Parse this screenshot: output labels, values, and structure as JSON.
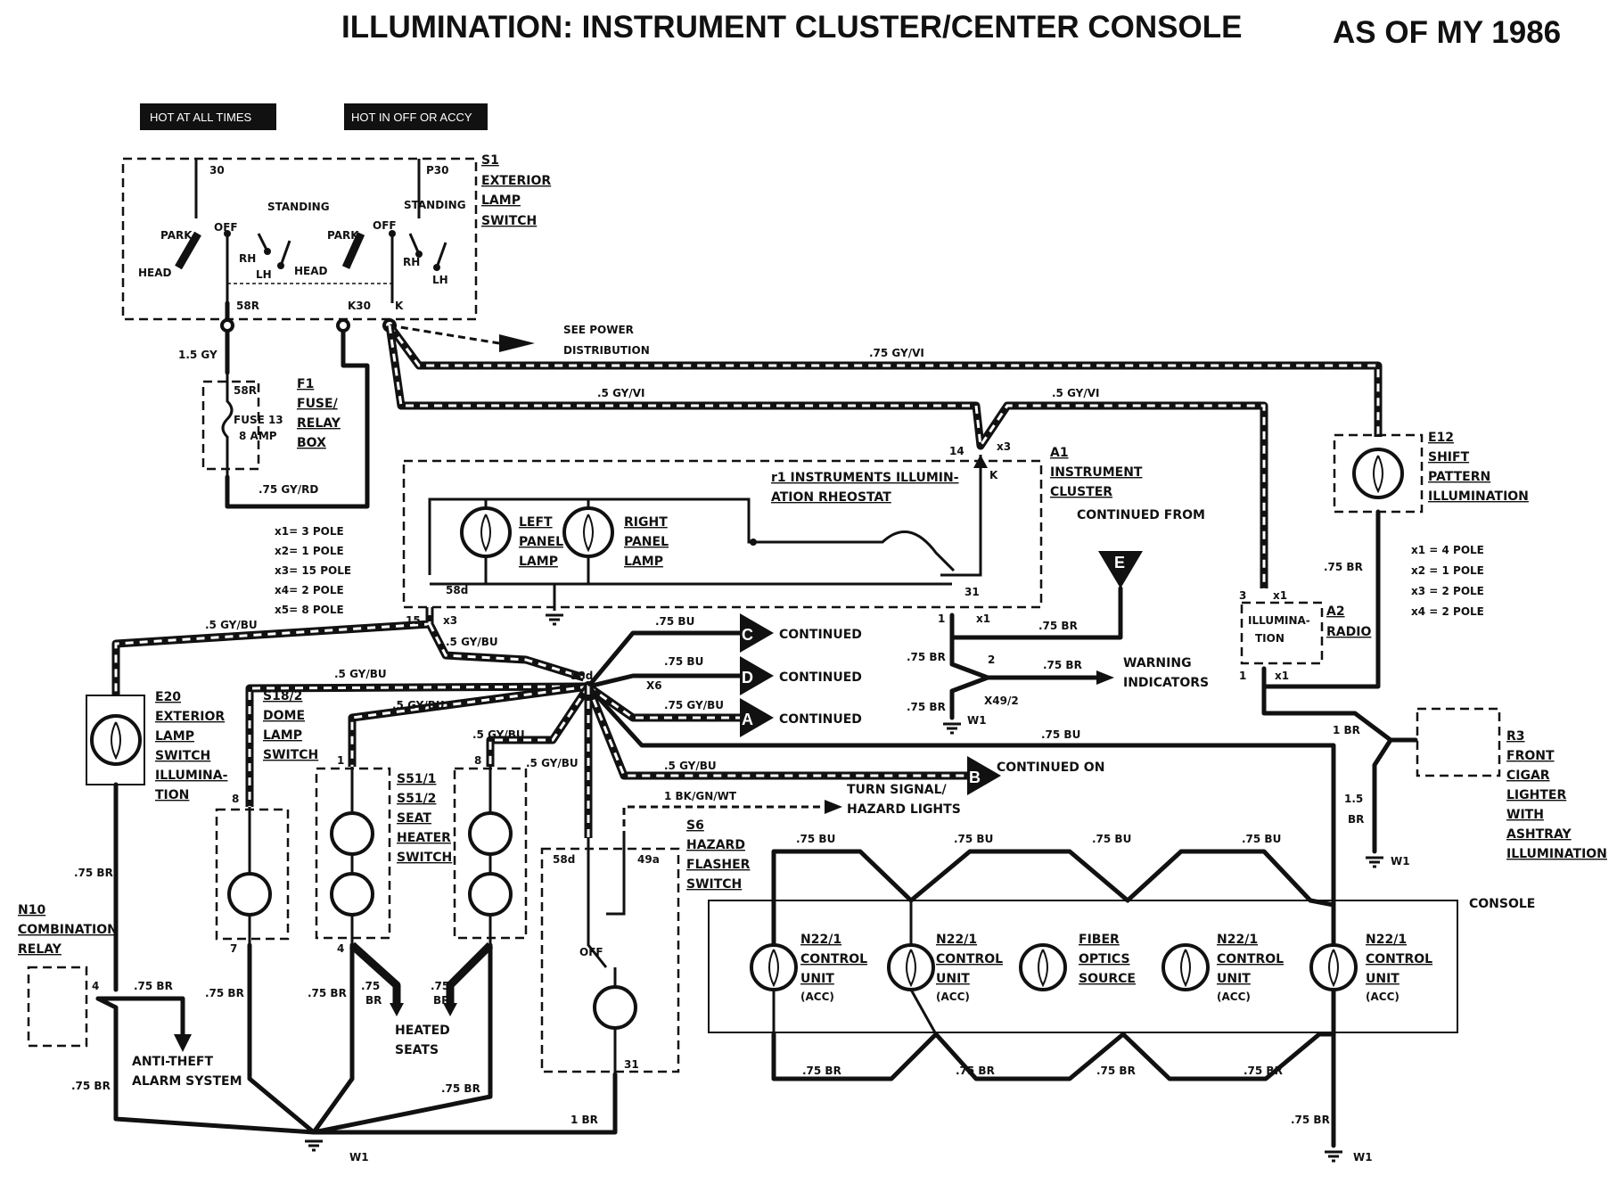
{
  "title": "ILLUMINATION: INSTRUMENT CLUSTER/CENTER CONSOLE",
  "model_year": "AS OF MY 1986",
  "tags": {
    "hot_all_times": "HOT AT ALL TIMES",
    "hot_off_accy": "HOT IN OFF OR ACCY"
  },
  "s1": {
    "id": "S1",
    "l1": "EXTERIOR",
    "l2": "LAMP",
    "l3": "SWITCH",
    "t30": "30",
    "tp30": "P30",
    "park": "PARK",
    "off": "OFF",
    "standing": "STANDING",
    "head": "HEAD",
    "rh": "RH",
    "lh": "LH",
    "t58r": "58R",
    "tk30": "K30",
    "tk": "K"
  },
  "f1": {
    "id": "F1",
    "l1": "FUSE/",
    "l2": "RELAY",
    "l3": "BOX",
    "t58r": "58R",
    "fuse": "FUSE 13",
    "amp": "8 AMP"
  },
  "wires": {
    "gy15": "1.5 GY",
    "gyrd": ".75 GY/RD",
    "gyvi75": ".75 GY/VI",
    "gyvi5a": ".5 GY/VI",
    "gyvi5b": ".5 GY/VI",
    "gybu1": ".5 GY/BU",
    "gybu2": ".5 GY/BU",
    "gybu3": ".5 GY/BU",
    "gybu4": ".5 GY/BU",
    "gybu5": ".5 GY/BU",
    "gybu6": ".5 GY/BU",
    "gybu7": ".5 GY/BU",
    "bu_c": ".75 BU",
    "bu_d": ".75 BU",
    "gybu_a": ".75 GY/BU",
    "bu_long": ".75 BU",
    "br_e": ".75 BR",
    "br_w": ".75 BR",
    "br_x1": ".75 BR",
    "br_x2": ".75 BR",
    "br_e12": ".75 BR",
    "br1": "1 BR",
    "br15": "1.5",
    "br15b": "BR",
    "bkgnwt": "1 BK/GN/WT",
    "bu_c1": ".75 BU",
    "bu_c2": ".75 BU",
    "bu_c3": ".75 BU",
    "bu_c4": ".75 BU",
    "br_c1": ".75 BR",
    "br_c2": ".75 BR",
    "br_c3": ".75 BR",
    "br_c4": ".75 BR",
    "br_c5": ".75 BR",
    "br_e20": ".75 BR",
    "br_n10": ".75 BR",
    "br_n10b": ".75 BR",
    "br_7": ".75 BR",
    "br_4": ".75 BR",
    "br_h1": ".75",
    "br_h1b": "BR",
    "br_h2": ".75",
    "br_h2b": "BR",
    "br_gnd": ".75 BR",
    "br_s6": "1 BR"
  },
  "poles_left": [
    "x1= 3 POLE",
    "x2= 1 POLE",
    "x3= 15 POLE",
    "x4= 2 POLE",
    "x5= 8 POLE"
  ],
  "poles_right": [
    "x1 = 4 POLE",
    "x2 = 1 POLE",
    "x3 = 2 POLE",
    "x4 = 2 POLE"
  ],
  "a1": {
    "id": "A1",
    "l1": "INSTRUMENT",
    "l2": "CLUSTER",
    "cont_from": "CONTINUED FROM",
    "r1a": "r1 INSTRUMENTS ILLUMIN-",
    "r1b": "ATION RHEOSTAT",
    "left1": "LEFT",
    "left2": "PANEL",
    "left3": "LAMP",
    "right1": "RIGHT",
    "right2": "PANEL",
    "right3": "LAMP",
    "p14": "14",
    "x3": "x3",
    "k": "K",
    "p58d": "58d",
    "p31": "31"
  },
  "see_power": [
    "SEE POWER",
    "DISTRIBUTION"
  ],
  "e12": {
    "id": "E12",
    "l1": "SHIFT",
    "l2": "PATTERN",
    "l3": "ILLUMINATION"
  },
  "a2": {
    "id": "A2",
    "l1": "RADIO",
    "inner1": "ILLUMINA-",
    "inner2": "TION",
    "p3": "3",
    "x1a": "x1",
    "p1": "1",
    "x1b": "x1"
  },
  "connectors": {
    "p15": "15",
    "x3": "x3",
    "x6": "X6",
    "p58d": "58d",
    "p1": "1",
    "x1": "x1",
    "p2": "2",
    "x49": "X49/2",
    "w1a": "W1",
    "w1b": "W1",
    "w1c": "W1",
    "w1d": "W1"
  },
  "arrows": {
    "C": "C",
    "D": "D",
    "A": "A",
    "B": "B",
    "E": "E",
    "c_text": "CONTINUED",
    "d_text": "CONTINUED",
    "a_text": "CONTINUED",
    "b_text": "CONTINUED ON",
    "warn1": "WARNING",
    "warn2": "INDICATORS",
    "turn1": "TURN SIGNAL/",
    "turn2": "HAZARD LIGHTS"
  },
  "e20": {
    "id": "E20",
    "l1": "EXTERIOR",
    "l2": "LAMP",
    "l3": "SWITCH",
    "l4": "ILLUMINA-",
    "l5": "TION"
  },
  "s18": {
    "id": "S18/2",
    "l1": "DOME",
    "l2": "LAMP",
    "l3": "SWITCH",
    "p8": "8",
    "p7": "7"
  },
  "s51": {
    "id": "S51/1",
    "id2": "S51/2",
    "l1": "SEAT",
    "l2": "HEATER",
    "l3": "SWITCH",
    "p1": "1",
    "p4": "4",
    "p8": "8"
  },
  "s6": {
    "id": "S6",
    "l1": "HAZARD",
    "l2": "FLASHER",
    "l3": "SWITCH",
    "p58d": "58d",
    "p49a": "49a",
    "off": "OFF",
    "p31": "31"
  },
  "n10": {
    "id": "N10",
    "l1": "COMBINATION",
    "l2": "RELAY",
    "p4": "4"
  },
  "anti": [
    "ANTI-THEFT",
    "ALARM SYSTEM"
  ],
  "heated": [
    "HEATED",
    "SEATS"
  ],
  "r3": {
    "id": "R3",
    "l1": "FRONT",
    "l2": "CIGAR",
    "l3": "LIGHTER",
    "l4": "WITH",
    "l5": "ASHTRAY",
    "l6": "ILLUMINATION"
  },
  "console": {
    "label": "CONSOLE",
    "units": [
      {
        "l1": "N22/1",
        "l2": "CONTROL",
        "l3": "UNIT",
        "l4": "(ACC)"
      },
      {
        "l1": "N22/1",
        "l2": "CONTROL",
        "l3": "UNIT",
        "l4": "(ACC)"
      },
      {
        "l1": "FIBER",
        "l2": "OPTICS",
        "l3": "SOURCE",
        "l4": ""
      },
      {
        "l1": "N22/1",
        "l2": "CONTROL",
        "l3": "UNIT",
        "l4": "(ACC)"
      },
      {
        "l1": "N22/1",
        "l2": "CONTROL",
        "l3": "UNIT",
        "l4": "(ACC)"
      }
    ]
  }
}
